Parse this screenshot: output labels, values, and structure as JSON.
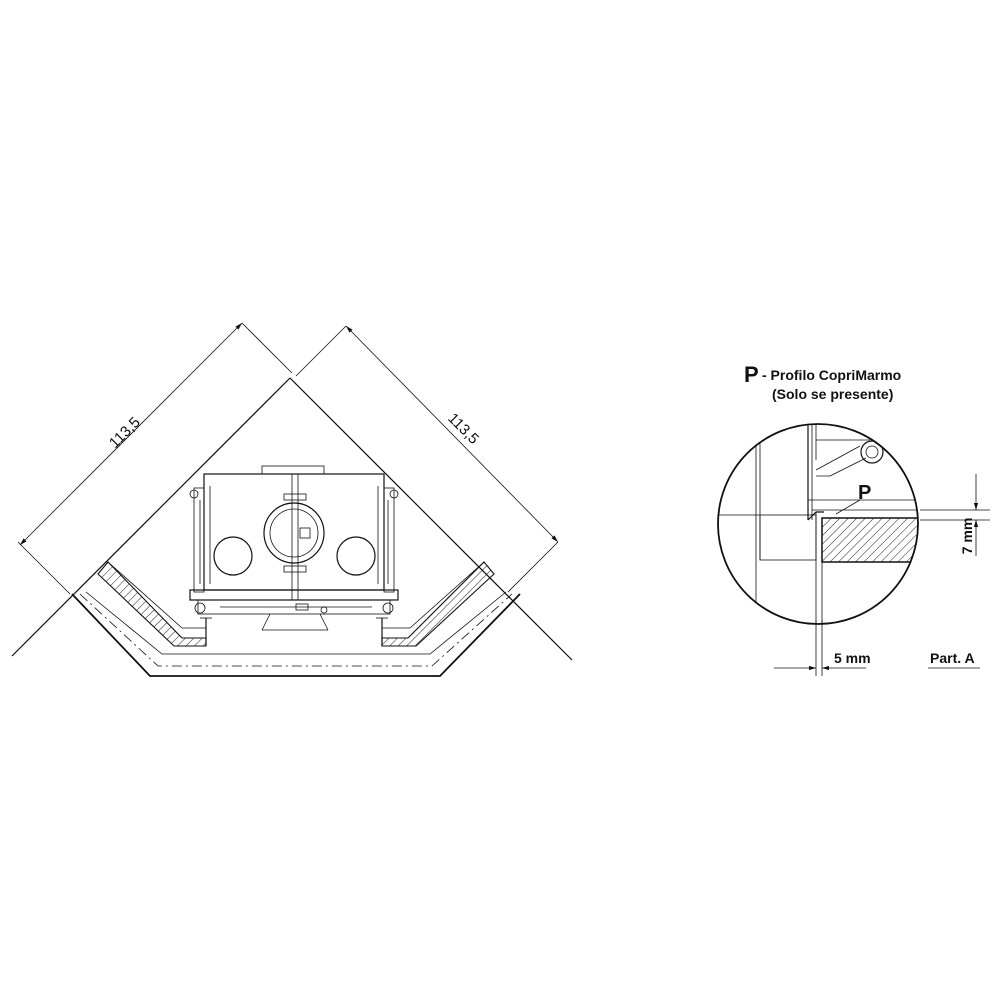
{
  "plan_view": {
    "dim_left": "113,5",
    "dim_right": "113,5"
  },
  "detail": {
    "title_marker": "P",
    "title_text": "- Profilo CopriMarmo",
    "subtitle": "(Solo se presente)",
    "callout_label": "P",
    "dim_horizontal": "5 mm",
    "dim_vertical": "7 mm",
    "part_label": "Part. A"
  }
}
